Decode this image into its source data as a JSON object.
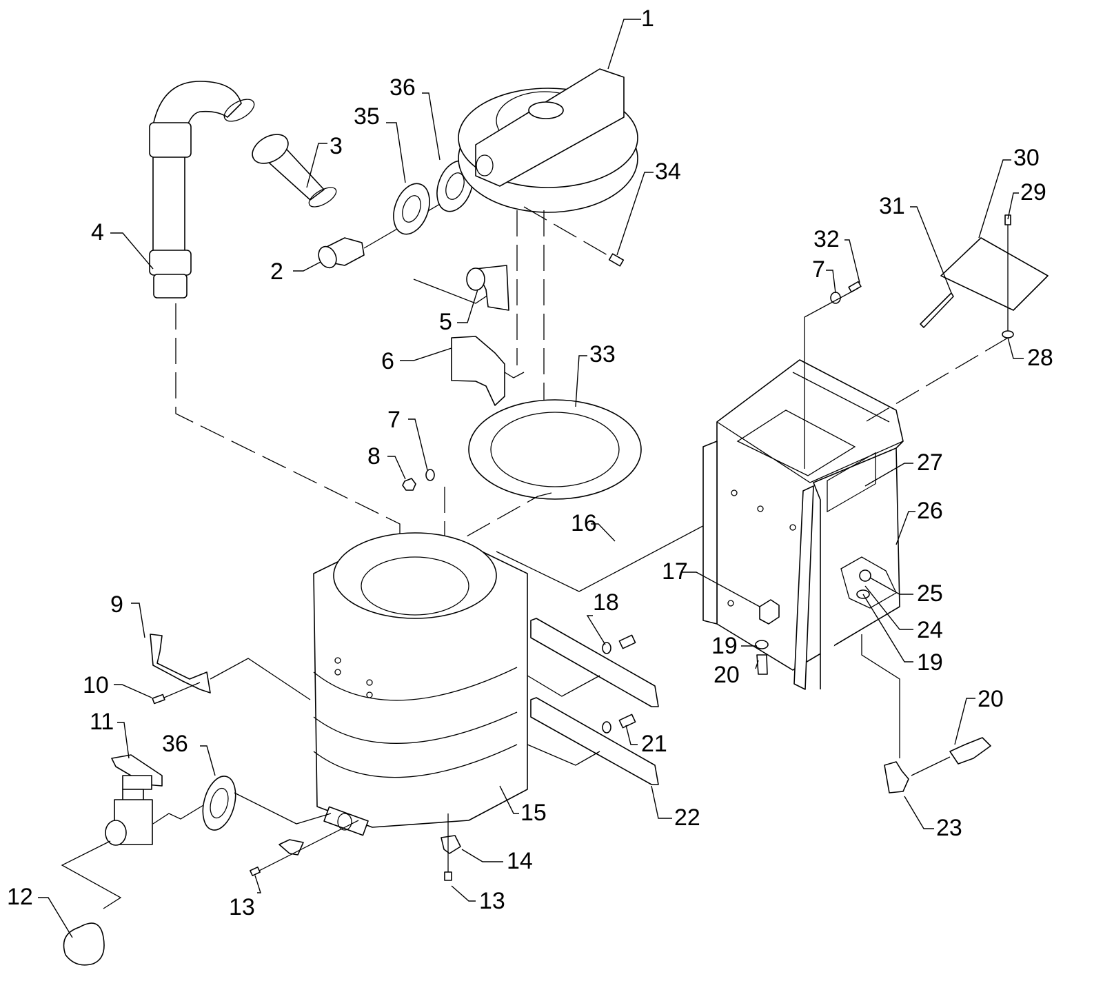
{
  "diagram": {
    "title": "Exploded parts view — recovery tank assembly",
    "line_color": "#000000",
    "background": "#ffffff"
  },
  "callouts": [
    {
      "id": "c1",
      "label": "1",
      "part": "tank-lid"
    },
    {
      "id": "c2",
      "label": "2",
      "part": "hose-barb-fitting"
    },
    {
      "id": "c3",
      "label": "3",
      "part": "hose-cuff"
    },
    {
      "id": "c4",
      "label": "4",
      "part": "inlet-hose"
    },
    {
      "id": "c5",
      "label": "5",
      "part": "elbow-deflector"
    },
    {
      "id": "c6",
      "label": "6",
      "part": "baffle"
    },
    {
      "id": "c7a",
      "label": "7",
      "part": "washer"
    },
    {
      "id": "c8",
      "label": "8",
      "part": "nut"
    },
    {
      "id": "c9",
      "label": "9",
      "part": "hose-bracket"
    },
    {
      "id": "c10",
      "label": "10",
      "part": "bracket-screw"
    },
    {
      "id": "c11",
      "label": "11",
      "part": "dump-valve"
    },
    {
      "id": "c12",
      "label": "12",
      "part": "valve-cap"
    },
    {
      "id": "c13a",
      "label": "13",
      "part": "screw"
    },
    {
      "id": "c13b",
      "label": "13",
      "part": "screw"
    },
    {
      "id": "c14",
      "label": "14",
      "part": "hose-clamp"
    },
    {
      "id": "c15",
      "label": "15",
      "part": "recovery-tank"
    },
    {
      "id": "c16",
      "label": "16",
      "part": "washer"
    },
    {
      "id": "c17",
      "label": "17",
      "part": "tee-fitting"
    },
    {
      "id": "c18",
      "label": "18",
      "part": "washer"
    },
    {
      "id": "c19a",
      "label": "19",
      "part": "o-ring"
    },
    {
      "id": "c19b",
      "label": "19",
      "part": "o-ring"
    },
    {
      "id": "c20a",
      "label": "20",
      "part": "hose-barb"
    },
    {
      "id": "c20b",
      "label": "20",
      "part": "hose-barb"
    },
    {
      "id": "c21",
      "label": "21",
      "part": "bolt"
    },
    {
      "id": "c22",
      "label": "22",
      "part": "mounting-rail"
    },
    {
      "id": "c23",
      "label": "23",
      "part": "elbow-fitting"
    },
    {
      "id": "c24",
      "label": "24",
      "part": "valve-stem"
    },
    {
      "id": "c25",
      "label": "25",
      "part": "knob"
    },
    {
      "id": "c26",
      "label": "26",
      "part": "solution-tank"
    },
    {
      "id": "c27",
      "label": "27",
      "part": "label-decal"
    },
    {
      "id": "c28",
      "label": "28",
      "part": "washer"
    },
    {
      "id": "c29",
      "label": "29",
      "part": "screw"
    },
    {
      "id": "c30",
      "label": "30",
      "part": "tank-door"
    },
    {
      "id": "c31",
      "label": "31",
      "part": "hinge-pin"
    },
    {
      "id": "c32a",
      "label": "32",
      "part": "screw"
    },
    {
      "id": "c7b",
      "label": "7",
      "part": "washer"
    },
    {
      "id": "c33",
      "label": "33",
      "part": "lid-gasket"
    },
    {
      "id": "c34",
      "label": "34",
      "part": "set-screw"
    },
    {
      "id": "c35",
      "label": "35",
      "part": "gasket"
    },
    {
      "id": "c36a",
      "label": "36",
      "part": "gasket"
    },
    {
      "id": "c36b",
      "label": "36",
      "part": "gasket"
    }
  ]
}
